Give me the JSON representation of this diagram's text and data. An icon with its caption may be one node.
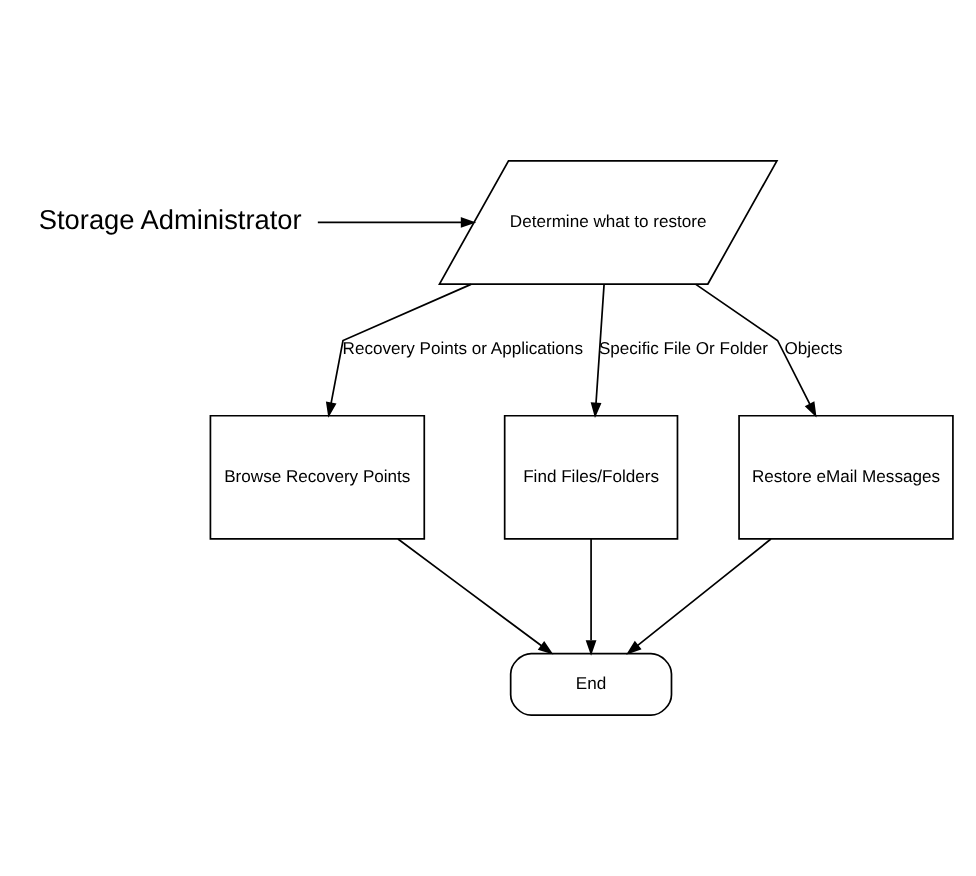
{
  "diagram": {
    "nodes": [
      {
        "text": [
          "Storage Administrator"
        ]
      },
      {
        "text": [
          "Determine what to restore"
        ]
      },
      {
        "text": [
          "Browse Recovery Points"
        ]
      },
      {
        "text": [
          "Find Files/Folders"
        ]
      },
      {
        "text": [
          "Restore eMail Messages"
        ]
      },
      {
        "text": [
          "End"
        ]
      }
    ],
    "edges": [
      {
        "from": 0,
        "to": 1,
        "arrow": "to"
      },
      {
        "from": 1,
        "to": 2,
        "arrow": "to",
        "label": "Recovery Points or Applications"
      },
      {
        "from": 1,
        "to": 3,
        "arrow": "to",
        "label": "Specific File Or Folder"
      },
      {
        "from": 1,
        "to": 4,
        "arrow": "to",
        "label": "Objects"
      },
      {
        "from": 2,
        "to": 5,
        "arrow": "to"
      },
      {
        "from": 3,
        "to": 5,
        "arrow": "to"
      },
      {
        "from": 4,
        "to": 5,
        "arrow": "to"
      }
    ]
  }
}
